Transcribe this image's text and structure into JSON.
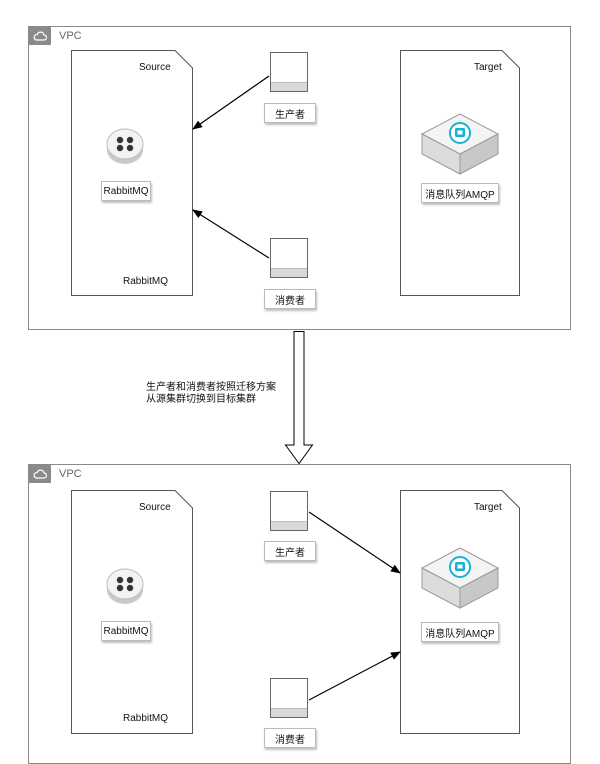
{
  "colors": {
    "frame_border": "#8a8a8a",
    "amqp_accent": "#17b3d4",
    "arrow": "#000000"
  },
  "top": {
    "vpc_label": "VPC",
    "source_title": "Source",
    "source_footer": "RabbitMQ",
    "rabbit_label": "RabbitMQ",
    "target_title": "Target",
    "amqp_label": "消息队列AMQP",
    "producer_label": "生产者",
    "consumer_label": "消费者"
  },
  "migration": {
    "line1": "生产者和消费者按照迁移方案",
    "line2": "从源集群切换到目标集群"
  },
  "bottom": {
    "vpc_label": "VPC",
    "source_title": "Source",
    "source_footer": "RabbitMQ",
    "rabbit_label": "RabbitMQ",
    "target_title": "Target",
    "amqp_label": "消息队列AMQP",
    "producer_label": "生产者",
    "consumer_label": "消费者"
  },
  "icons": {
    "vpc": "cloud-icon",
    "rabbitmq": "rabbitmq-icon",
    "amqp": "amqp-cube-icon",
    "client": "client-box-icon",
    "migration_arrow": "down-arrow-icon"
  }
}
